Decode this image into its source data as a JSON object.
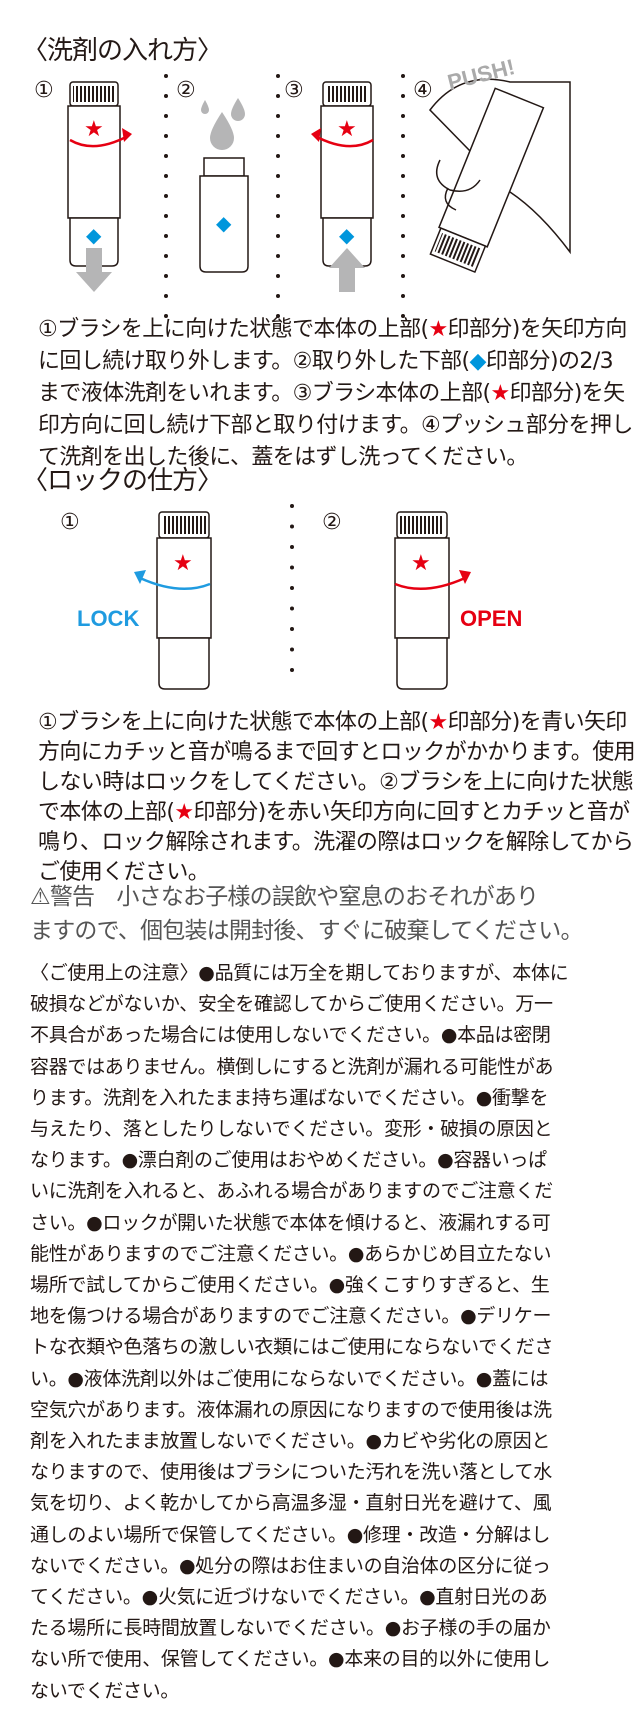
{
  "section1": {
    "title": "〈洗剤の入れ方〉",
    "steps": [
      "①",
      "②",
      "③",
      "④"
    ],
    "push_label": "PUSH!",
    "lines": [
      "①ブラシを上に向けた状態で本体の上部(★印部分)を矢印方向",
      "に回し続け取り外します。②取り外した下部(◆印部分)の2/3",
      "まで液体洗剤をいれます。③ブラシ本体の上部(★印部分)を矢",
      "印方向に回し続け下部と取り付けます。④プッシュ部分を押し",
      "て洗剤を出した後に、蓋をはずし洗ってください。"
    ]
  },
  "section2": {
    "title": "〈ロックの仕方〉",
    "steps": [
      "①",
      "②"
    ],
    "lock_label": "LOCK",
    "open_label": "OPEN",
    "lines": [
      "①ブラシを上に向けた状態で本体の上部(★印部分)を青い矢印",
      "方向にカチッと音が鳴るまで回すとロックがかかります。使用",
      "しない時はロックをしてください。②ブラシを上に向けた状態",
      "で本体の上部(★印部分)を赤い矢印方向に回すとカチッと音が",
      "鳴り、ロック解除されます。洗濯の際はロックを解除してから",
      "ご使用ください。"
    ]
  },
  "warning": {
    "lines": [
      "⚠警告　小さなお子様の誤飲や窒息のおそれがあり",
      "ますので、個包装は開封後、すぐに破棄してください。"
    ]
  },
  "notes": {
    "lines": [
      "〈ご使用上の注意〉●品質には万全を期しておりますが、本体に",
      "破損などがないか、安全を確認してからご使用ください。万一",
      "不具合があった場合には使用しないでください。●本品は密閉",
      "容器ではありません。横倒しにすると洗剤が漏れる可能性があ",
      "ります。洗剤を入れたまま持ち運ばないでください。●衝撃を",
      "与えたり、落としたりしないでください。変形・破損の原因と",
      "なります。●漂白剤のご使用はおやめください。●容器いっぱ",
      "いに洗剤を入れると、あふれる場合がありますのでご注意くだ",
      "さい。●ロックが開いた状態で本体を傾けると、液漏れする可",
      "能性がありますのでご注意ください。●あらかじめ目立たない",
      "場所で試してからご使用ください。●強くこすりすぎると、生",
      "地を傷つける場合がありますのでご注意ください。●デリケー",
      "トな衣類や色落ちの激しい衣類にはご使用にならないでくださ",
      "い。●液体洗剤以外はご使用にならないでください。●蓋には",
      "空気穴があります。液体漏れの原因になりますので使用後は洗",
      "剤を入れたまま放置しないでください。●カビや劣化の原因と",
      "なりますので、使用後はブラシについた汚れを洗い落として水",
      "気を切り、よく乾かしてから高温多湿・直射日光を避けて、風",
      "通しのよい場所で保管してください。●修理・改造・分解はし",
      "ないでください。●処分の際はお住まいの自治体の区分に従っ",
      "てください。●火気に近づけないでください。●直射日光のあ",
      "たる場所に長時間放置しないでください。●お子様の手の届か",
      "ない所で使用、保管してください。●本来の目的以外に使用し",
      "ないでください。"
    ]
  },
  "colors": {
    "star": "#e60012",
    "diamond": "#0096dc",
    "arrow_gray": "#b5b5b6",
    "lock_blue": "#1f9be0"
  }
}
